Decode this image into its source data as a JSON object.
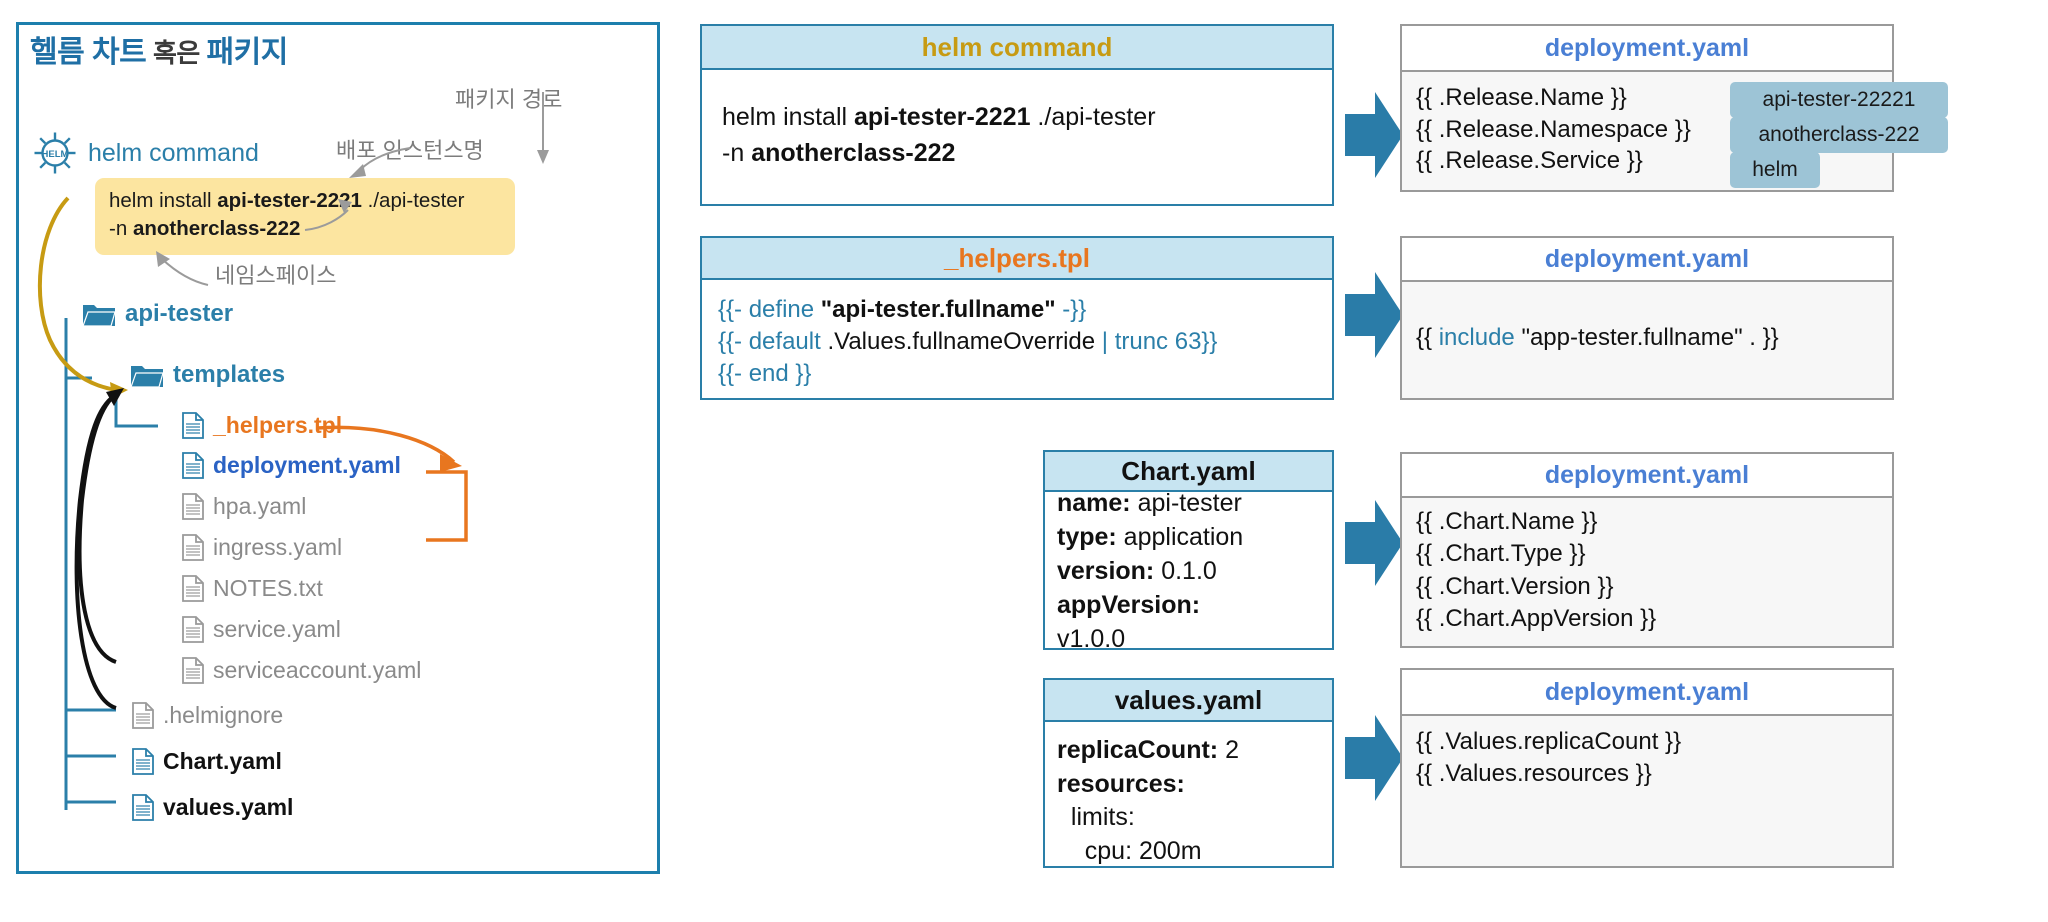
{
  "left_panel": {
    "title_strong_1": "헬름 차트",
    "title_light": " 혹은 ",
    "title_strong_2": "패키지",
    "helm_logo_text": "HELM",
    "helm_label": "helm command",
    "command": {
      "line1_plain": "helm install ",
      "line1_bold": "api-tester-2221",
      "line1_tail": " ./api-tester",
      "line2_plain": "-n ",
      "line2_bold": "anotherclass-222"
    },
    "annotations": {
      "package_path": "패키지 경로",
      "release_name": "배포 인스턴스명",
      "namespace": "네임스페이스"
    },
    "tree": [
      {
        "name": "api-tester",
        "icon": "folder-icon",
        "style": "folder"
      },
      {
        "name": "templates",
        "icon": "folder-icon",
        "style": "folder"
      },
      {
        "name": "_helpers.tpl",
        "icon": "file-icon",
        "style": "orange"
      },
      {
        "name": "deployment.yaml",
        "icon": "file-icon",
        "style": "blue"
      },
      {
        "name": "hpa.yaml",
        "icon": "file-icon",
        "style": "grey"
      },
      {
        "name": "ingress.yaml",
        "icon": "file-icon",
        "style": "grey"
      },
      {
        "name": "NOTES.txt",
        "icon": "file-icon",
        "style": "grey"
      },
      {
        "name": "service.yaml",
        "icon": "file-icon",
        "style": "grey"
      },
      {
        "name": "serviceaccount.yaml",
        "icon": "file-icon",
        "style": "grey"
      },
      {
        "name": ".helmignore",
        "icon": "file-icon",
        "style": "grey"
      },
      {
        "name": "Chart.yaml",
        "icon": "file-icon",
        "style": "black"
      },
      {
        "name": "values.yaml",
        "icon": "file-icon",
        "style": "black"
      }
    ]
  },
  "source_cards": {
    "helm_command": {
      "title": "helm command",
      "lines": [
        [
          {
            "t": "helm install ",
            "c": "plain"
          },
          {
            "t": "api-tester-2221",
            "c": "bold"
          },
          {
            "t": " ./api-tester",
            "c": "plain"
          }
        ],
        [
          {
            "t": "-n ",
            "c": "plain"
          },
          {
            "t": "anotherclass-222",
            "c": "bold"
          }
        ]
      ]
    },
    "helpers_tpl": {
      "title": "_helpers.tpl",
      "lines": [
        [
          {
            "t": "{{- ",
            "c": "kw"
          },
          {
            "t": "define ",
            "c": "kw"
          },
          {
            "t": "\"api-tester.fullname\"",
            "c": "bold"
          },
          {
            "t": " -",
            "c": "kw"
          },
          {
            "t": "}}",
            "c": "kw"
          }
        ],
        [
          {
            "t": "{{- ",
            "c": "kw"
          },
          {
            "t": "default ",
            "c": "kw"
          },
          {
            "t": ".Values.fullnameOverride ",
            "c": "plain"
          },
          {
            "t": "| trunc 63}}",
            "c": "kw"
          }
        ],
        [
          {
            "t": "{{- ",
            "c": "kw"
          },
          {
            "t": "end }}",
            "c": "kw"
          }
        ]
      ]
    },
    "chart_yaml": {
      "title": "Chart.yaml",
      "lines": [
        [
          {
            "t": "name:",
            "c": "bold"
          },
          {
            "t": " api-tester",
            "c": "plain"
          }
        ],
        [
          {
            "t": "type:",
            "c": "bold"
          },
          {
            "t": " application",
            "c": "plain"
          }
        ],
        [
          {
            "t": "version:",
            "c": "bold"
          },
          {
            "t": " 0.1.0",
            "c": "plain"
          }
        ],
        [
          {
            "t": "appVersion:",
            "c": "bold"
          }
        ],
        [
          {
            "t": "v1.0.0",
            "c": "plain"
          }
        ]
      ]
    },
    "values_yaml": {
      "title": "values.yaml",
      "lines": [
        [
          {
            "t": "replicaCount:",
            "c": "bold"
          },
          {
            "t": " 2",
            "c": "plain"
          }
        ],
        [
          {
            "t": "resources:",
            "c": "bold"
          }
        ],
        [
          {
            "t": "  limits:",
            "c": "plain"
          }
        ],
        [
          {
            "t": "    cpu: 200m",
            "c": "plain"
          }
        ]
      ]
    }
  },
  "output_cards": [
    {
      "title": "deployment.yaml",
      "lines": [
        [
          {
            "t": "{{ .Release.Name }}",
            "c": "plain"
          }
        ],
        [
          {
            "t": "{{ .Release.Namespace }}",
            "c": "plain"
          }
        ],
        [
          {
            "t": "{{ .Release.Service }}",
            "c": "plain"
          }
        ]
      ],
      "badges": [
        "api-tester-22221",
        "anotherclass-222",
        "helm"
      ]
    },
    {
      "title": "deployment.yaml",
      "lines": [
        [
          {
            "t": "{{ ",
            "c": "plain"
          },
          {
            "t": "include ",
            "c": "kw"
          },
          {
            "t": "\"app-tester.fullname\" . }}",
            "c": "plain"
          }
        ]
      ],
      "badges": []
    },
    {
      "title": "deployment.yaml",
      "lines": [
        [
          {
            "t": "{{ .Chart.Name }}",
            "c": "plain"
          }
        ],
        [
          {
            "t": "{{ .Chart.Type }}",
            "c": "plain"
          }
        ],
        [
          {
            "t": "{{ .Chart.Version }}",
            "c": "plain"
          }
        ],
        [
          {
            "t": "{{ .Chart.AppVersion }}",
            "c": "plain"
          }
        ]
      ],
      "badges": []
    },
    {
      "title": "deployment.yaml",
      "lines": [
        [
          {
            "t": "{{ .Values.replicaCount }}",
            "c": "plain"
          }
        ],
        [
          {
            "t": "{{ .Values.resources }}",
            "c": "plain"
          }
        ]
      ],
      "badges": []
    }
  ],
  "colors": {
    "panel_border": "#1d7fad",
    "title_blue": "#1f6fa5",
    "card_header_bg": "#c7e4f1",
    "card_border_blue": "#2a7fa8",
    "card_border_grey": "#9a9a9a",
    "callout_yellow": "#fce5a0",
    "accent_orange": "#e8761f",
    "accent_gold": "#c79b13",
    "accent_blue": "#2a62c4",
    "arrow_blue": "#2a7ca8",
    "badge_bg": "#9dc4d6",
    "grey_text": "#8a8a8a"
  }
}
